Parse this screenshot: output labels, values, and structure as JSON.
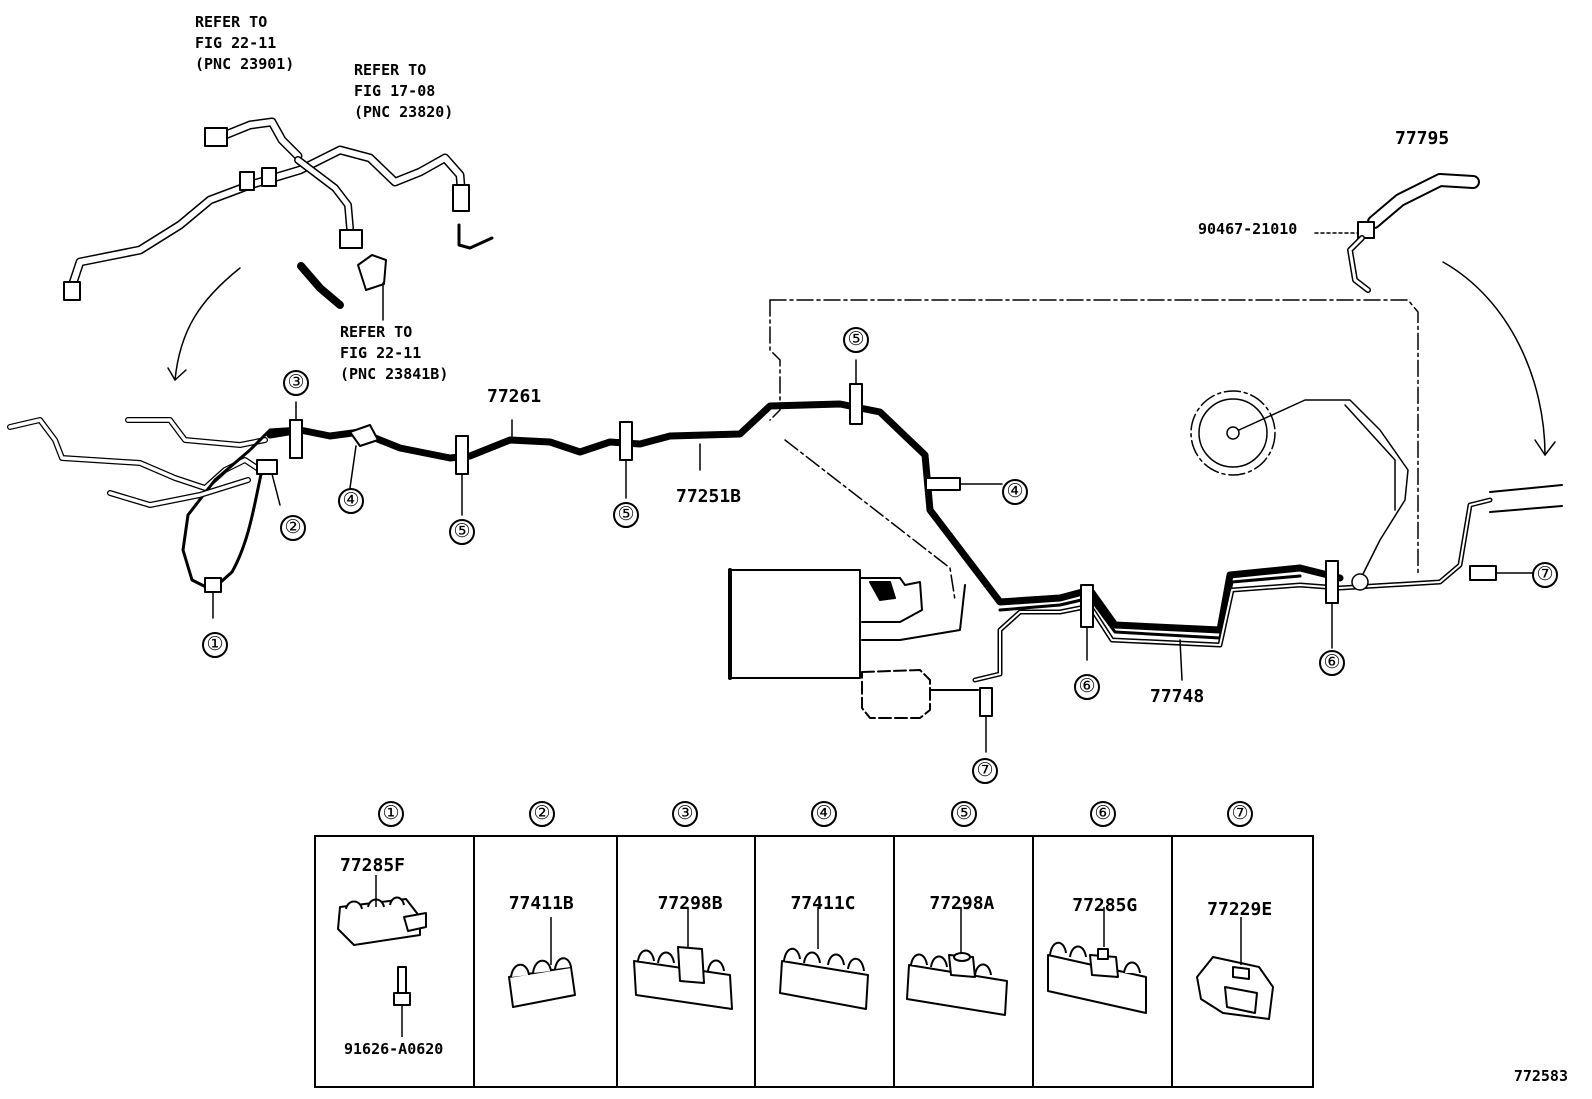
{
  "references": [
    {
      "lines": [
        "REFER TO",
        "FIG 22-11",
        "(PNC 23901)"
      ]
    },
    {
      "lines": [
        "REFER TO",
        "FIG 17-08",
        "(PNC 23820)"
      ]
    },
    {
      "lines": [
        "REFER TO",
        "FIG 22-11",
        "(PNC 23841B)"
      ]
    }
  ],
  "parts": {
    "p77795": "77795",
    "p90467": "90467-21010",
    "p77261": "77261",
    "p77251B": "77251B",
    "p77748": "77748"
  },
  "callouts": {
    "c1": "①",
    "c2": "②",
    "c3": "③",
    "c4": "④",
    "c5": "⑤",
    "c6": "⑥",
    "c7": "⑦"
  },
  "legend": [
    {
      "num": "①",
      "parts": [
        "77285F",
        "91626-A0620"
      ]
    },
    {
      "num": "②",
      "parts": [
        "77411B"
      ]
    },
    {
      "num": "③",
      "parts": [
        "77298B"
      ]
    },
    {
      "num": "④",
      "parts": [
        "77411C"
      ]
    },
    {
      "num": "⑤",
      "parts": [
        "77298A"
      ]
    },
    {
      "num": "⑥",
      "parts": [
        "77285G"
      ]
    },
    {
      "num": "⑦",
      "parts": [
        "77229E"
      ]
    }
  ],
  "figure_number": "772583"
}
